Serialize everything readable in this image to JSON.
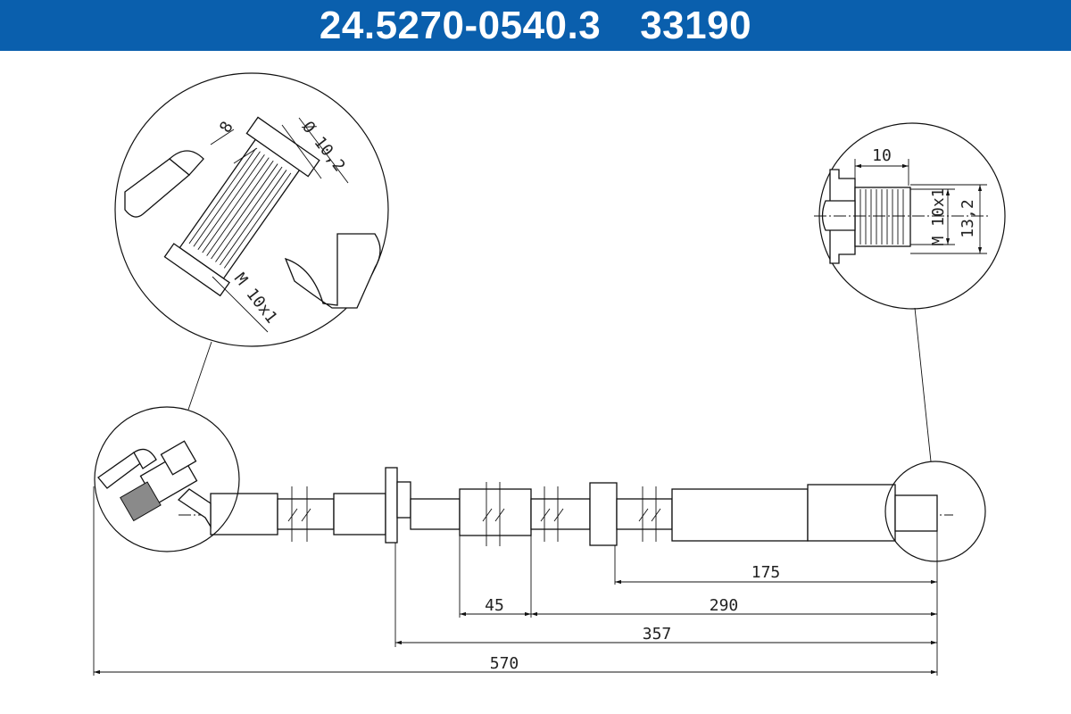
{
  "header": {
    "part_number": "24.5270-0540.3",
    "ref_number": "33190",
    "background_color": "#0a5fad",
    "text_color": "#ffffff"
  },
  "dimensions": {
    "d175": "175",
    "d290": "290",
    "d45": "45",
    "d357": "357",
    "d570": "570",
    "detail_left_8": "8",
    "detail_left_diameter": "Ø 10,2",
    "detail_left_thread": "M 10x1",
    "detail_right_10": "10",
    "detail_right_thread": "M 10x1",
    "detail_right_13": "13,2"
  }
}
